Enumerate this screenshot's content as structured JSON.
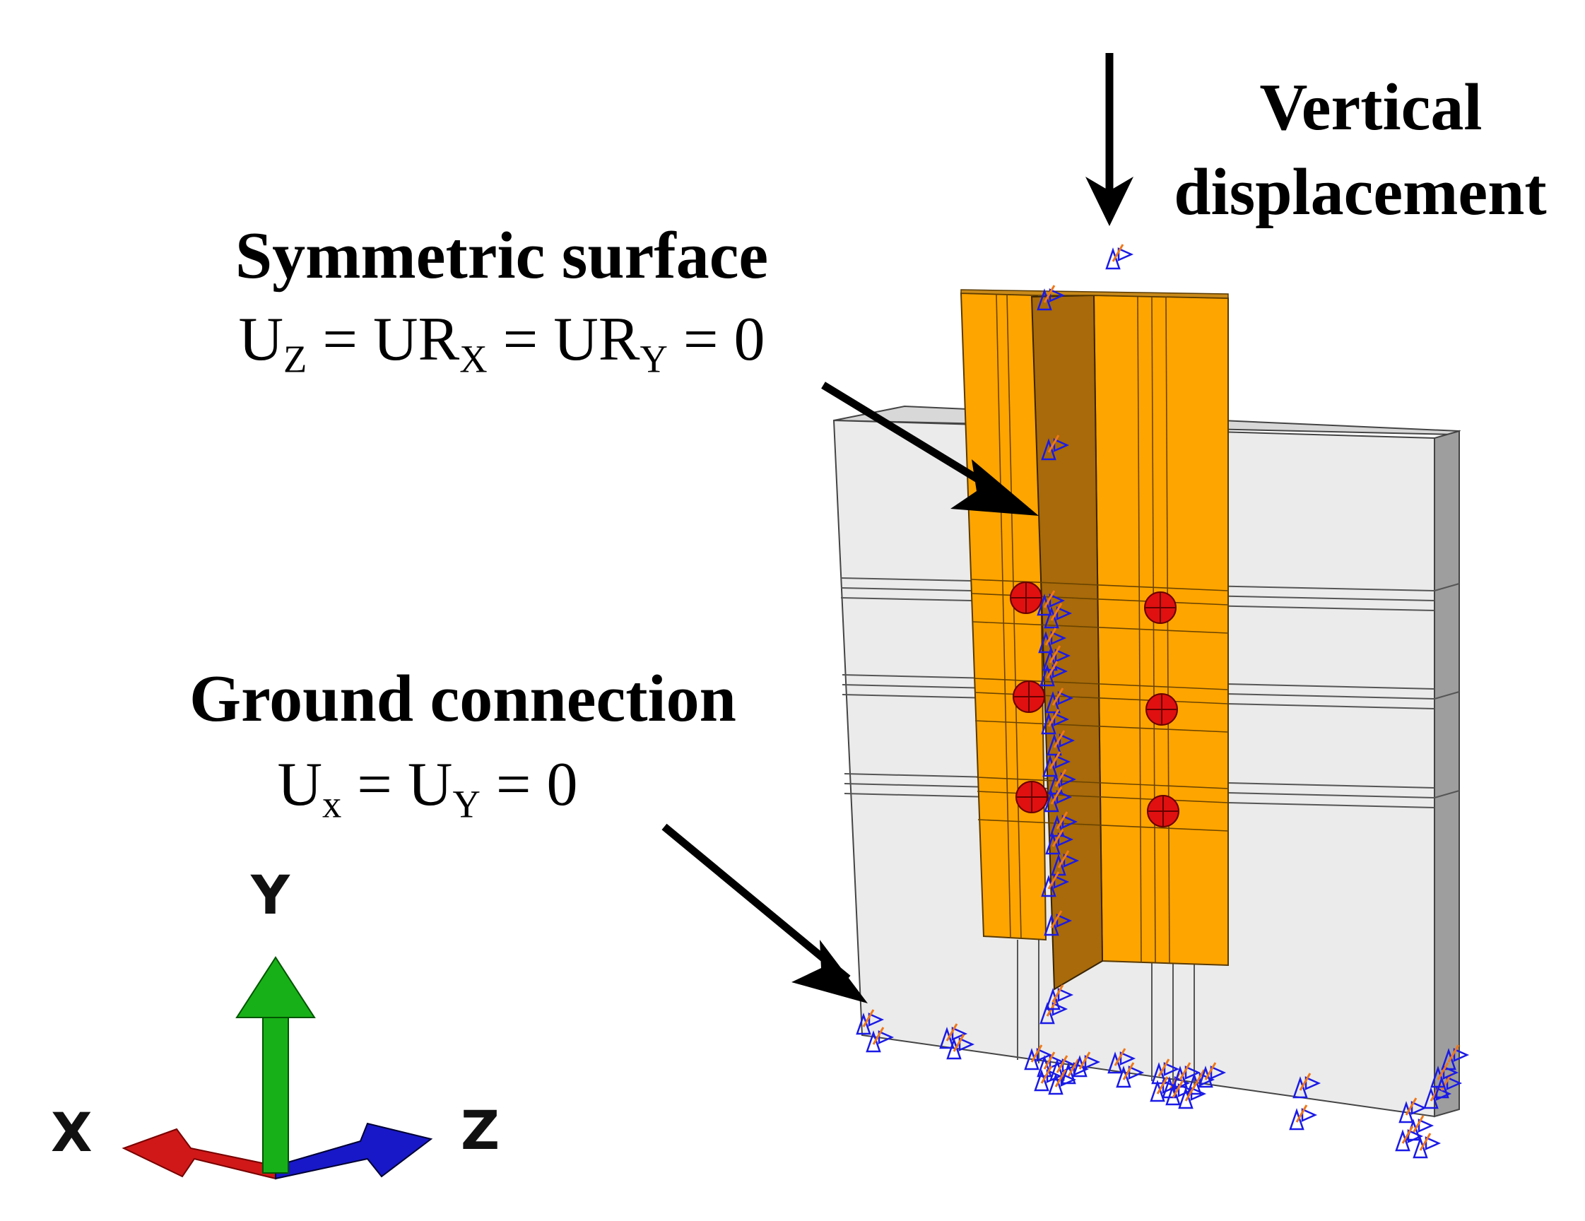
{
  "annotations": {
    "vertical_displacement": {
      "line1": "Vertical",
      "line2": "displacement"
    },
    "symmetric_surface": {
      "title": "Symmetric surface",
      "eq": [
        {
          "text": "U",
          "sub": "Z"
        },
        {
          "text": " = UR",
          "sub": "X"
        },
        {
          "text": " = UR",
          "sub": "Y"
        },
        {
          "text": " = 0",
          "sub": ""
        }
      ]
    },
    "ground_connection": {
      "title": "Ground connection",
      "eq": [
        {
          "text": "U",
          "sub": "x"
        },
        {
          "text": " = U",
          "sub": "Y"
        },
        {
          "text": " = 0",
          "sub": ""
        }
      ]
    }
  },
  "triad": {
    "x_label": "X",
    "y_label": "Y",
    "z_label": "Z"
  },
  "model": {
    "bolt_rows": 3,
    "bolts_per_row": 2,
    "colors": {
      "steel_plate": "#FFA500",
      "steel_plate_dark": "#A86A0A",
      "base_block": "#EBEBEB",
      "base_block_side": "#9E9E9E",
      "bolt": "#E01010",
      "bc_symbol": "#1A1AE6",
      "bc_arrow": "#F07818",
      "axis_x": "#D01818",
      "axis_y": "#18B018",
      "axis_z": "#1818C8"
    }
  }
}
